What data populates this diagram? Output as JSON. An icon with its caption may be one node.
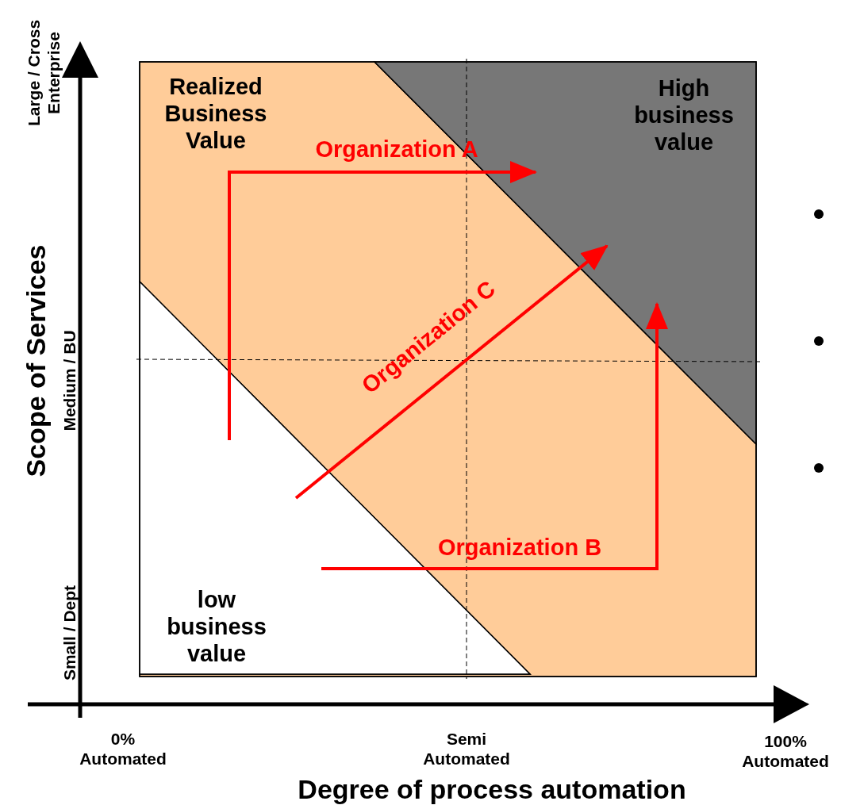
{
  "diagram": {
    "labels": [
      "Large / Cross Enterprise",
      "Realized Business Value",
      "High business value",
      "Organization A",
      "Scope of Services",
      "Medium / BU",
      "Organization C",
      "Organization B",
      "Small / Dept",
      "low business value",
      "0% Automated",
      "Semi Automated",
      "100% Automated",
      "Degree of process automation"
    ]
  }
}
